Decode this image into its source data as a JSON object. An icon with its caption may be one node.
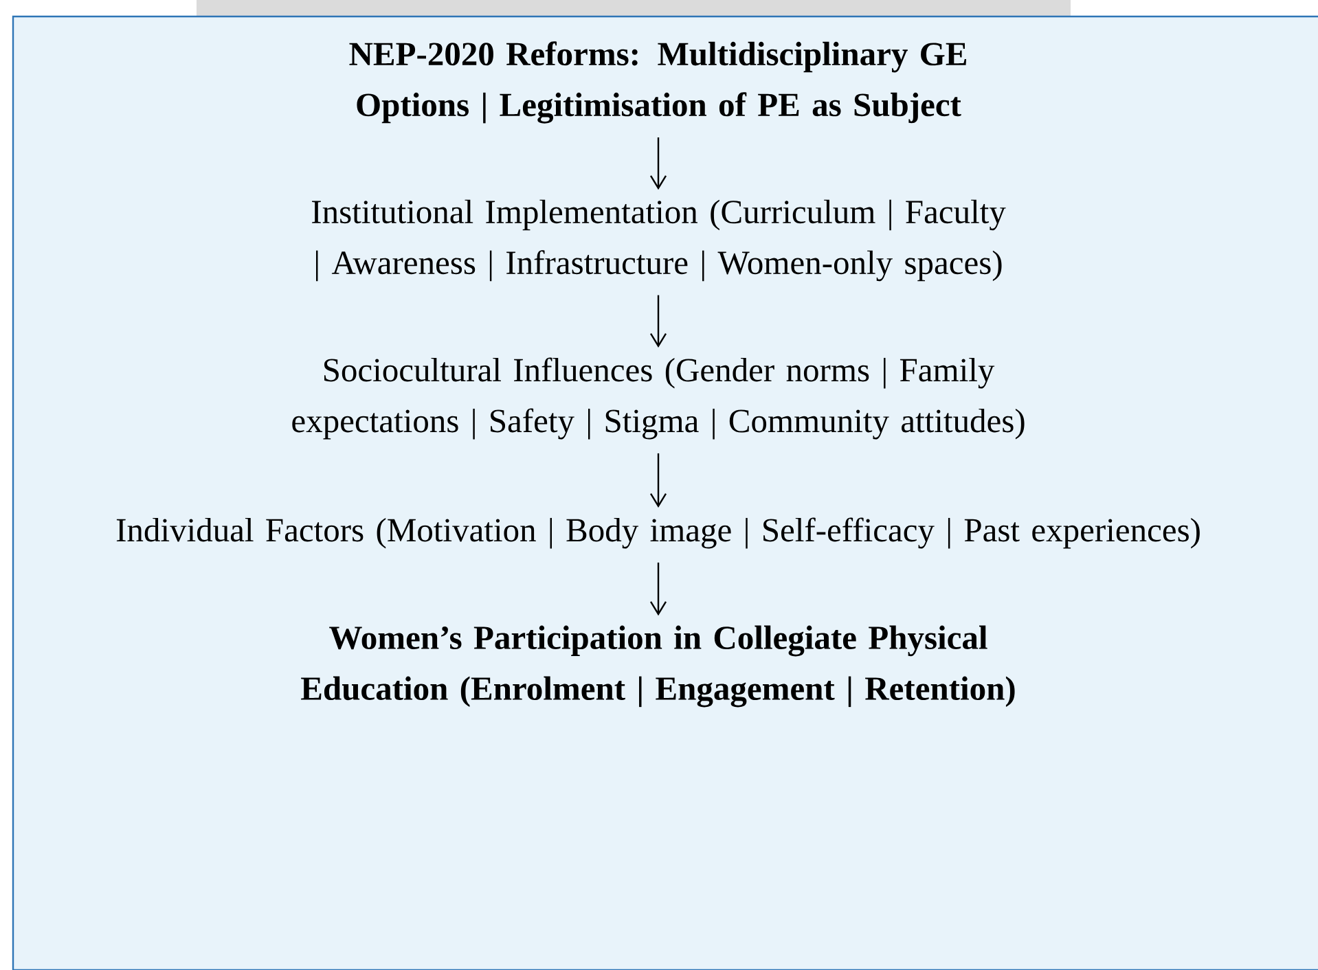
{
  "diagram": {
    "nodes": [
      {
        "text": [
          "NEP-2020 Reforms: Multidisciplinary GE Options | Legitimisation of PE as Subject"
        ]
      },
      {
        "text": [
          "Institutional Implementation (Curriculum | Faculty | Awareness | Infrastructure | Women-only spaces)"
        ]
      },
      {
        "text": [
          "Sociocultural Influences (Gender norms | Family expectations | Safety | Stigma | Community attitudes)"
        ]
      },
      {
        "text": [
          "Individual Factors (Motivation | Body image | Self-efficacy | Past experiences)"
        ]
      },
      {
        "text": [
          "Women’s Participation in Collegiate Physical Education (Enrolment | Engagement | Retention)"
        ]
      }
    ],
    "edges": [
      {
        "from": 0,
        "to": 1,
        "arrow": "to"
      },
      {
        "from": 1,
        "to": 2,
        "arrow": "to"
      },
      {
        "from": 2,
        "to": 3,
        "arrow": "to"
      },
      {
        "from": 3,
        "to": 4,
        "arrow": "to"
      }
    ]
  }
}
